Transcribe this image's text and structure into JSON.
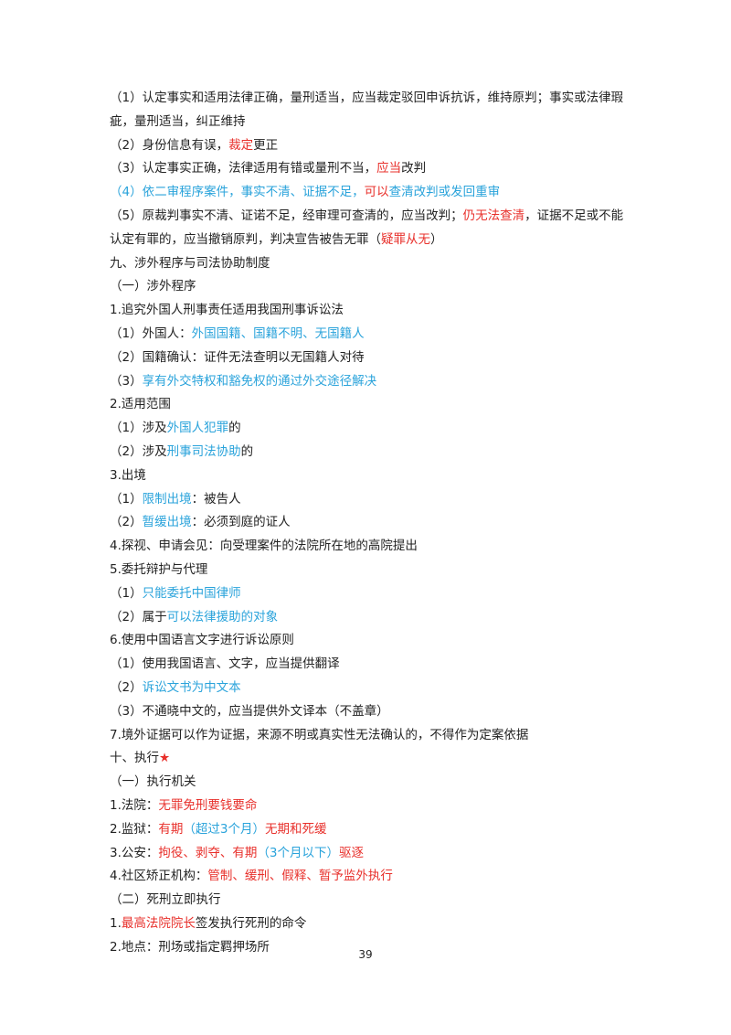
{
  "lines": [
    {
      "segments": [
        {
          "text": "（1）认定事实和适用法律正确，量刑适当，应当裁定驳回申诉抗诉，维持原判；事实或法律瑕疵，量刑适当，纠正维持",
          "color": "default"
        }
      ]
    },
    {
      "segments": [
        {
          "text": "（2）身份信息有误，",
          "color": "default"
        },
        {
          "text": "裁定",
          "color": "red"
        },
        {
          "text": "更正",
          "color": "default"
        }
      ]
    },
    {
      "segments": [
        {
          "text": "（3）认定事实正确，法律适用有错或量刑不当，",
          "color": "default"
        },
        {
          "text": "应当",
          "color": "red"
        },
        {
          "text": "改判",
          "color": "default"
        }
      ]
    },
    {
      "segments": [
        {
          "text": "（4）依二审程序案件，事实不清、证据不足，",
          "color": "blue"
        },
        {
          "text": "可以",
          "color": "red"
        },
        {
          "text": "查清改判或发回重审",
          "color": "blue"
        }
      ]
    },
    {
      "segments": [
        {
          "text": "（5）原裁判事实不清、证诺不足，经审理可查清的，应当改判；",
          "color": "default"
        },
        {
          "text": "仍无法查清",
          "color": "red"
        },
        {
          "text": "，证据不足或不能认定有罪的，应当撤销原判，判决宣告被告无罪（",
          "color": "default"
        },
        {
          "text": "疑罪从无",
          "color": "red"
        },
        {
          "text": "）",
          "color": "default"
        }
      ]
    },
    {
      "segments": [
        {
          "text": "九、涉外程序与司法协助制度",
          "color": "default"
        }
      ]
    },
    {
      "segments": [
        {
          "text": "（一）涉外程序",
          "color": "default"
        }
      ]
    },
    {
      "segments": [
        {
          "text": "1.追究外国人刑事责任适用我国刑事诉讼法",
          "color": "default"
        }
      ]
    },
    {
      "segments": [
        {
          "text": "（1）外国人：",
          "color": "default"
        },
        {
          "text": "外国国籍、国籍不明、无国籍人",
          "color": "blue"
        }
      ]
    },
    {
      "segments": [
        {
          "text": "（2）国籍确认：证件无法查明以无国籍人对待",
          "color": "default"
        }
      ]
    },
    {
      "segments": [
        {
          "text": "（3）",
          "color": "default"
        },
        {
          "text": "享有外交特权和豁免权的通过外交途径解决",
          "color": "blue"
        }
      ]
    },
    {
      "segments": [
        {
          "text": "2.适用范围",
          "color": "default"
        }
      ]
    },
    {
      "segments": [
        {
          "text": "（1）涉及",
          "color": "default"
        },
        {
          "text": "外国人犯罪",
          "color": "blue"
        },
        {
          "text": "的",
          "color": "default"
        }
      ]
    },
    {
      "segments": [
        {
          "text": "（2）涉及",
          "color": "default"
        },
        {
          "text": "刑事司法协助",
          "color": "blue"
        },
        {
          "text": "的",
          "color": "default"
        }
      ]
    },
    {
      "segments": [
        {
          "text": "3.出境",
          "color": "default"
        }
      ]
    },
    {
      "segments": [
        {
          "text": "（1）",
          "color": "default"
        },
        {
          "text": "限制出境",
          "color": "blue"
        },
        {
          "text": "：被告人",
          "color": "default"
        }
      ]
    },
    {
      "segments": [
        {
          "text": "（2）",
          "color": "default"
        },
        {
          "text": "暂缓出境",
          "color": "blue"
        },
        {
          "text": "：必须到庭的证人",
          "color": "default"
        }
      ]
    },
    {
      "segments": [
        {
          "text": "4.探视、申请会见：向受理案件的法院所在地的高院提出",
          "color": "default"
        }
      ]
    },
    {
      "segments": [
        {
          "text": "5.委托辩护与代理",
          "color": "default"
        }
      ]
    },
    {
      "segments": [
        {
          "text": "（1）",
          "color": "default"
        },
        {
          "text": "只能委托中国律师",
          "color": "blue"
        }
      ]
    },
    {
      "segments": [
        {
          "text": "（2）属于",
          "color": "default"
        },
        {
          "text": "可以法律援助的对象",
          "color": "blue"
        }
      ]
    },
    {
      "segments": [
        {
          "text": "6.使用中国语言文字进行诉讼原则",
          "color": "default"
        }
      ]
    },
    {
      "segments": [
        {
          "text": "（1）使用我国语言、文字，应当提供翻译",
          "color": "default"
        }
      ]
    },
    {
      "segments": [
        {
          "text": "（2）",
          "color": "default"
        },
        {
          "text": "诉讼文书为中文本",
          "color": "blue"
        }
      ]
    },
    {
      "segments": [
        {
          "text": "（3）不通晓中文的，应当提供外文译本（不盖章）",
          "color": "default"
        }
      ]
    },
    {
      "segments": [
        {
          "text": "7.境外证据可以作为证据，来源不明或真实性无法确认的，不得作为定案依据",
          "color": "default"
        }
      ]
    },
    {
      "segments": [
        {
          "text": "十、执行",
          "color": "default"
        },
        {
          "text": "★",
          "color": "red"
        }
      ]
    },
    {
      "segments": [
        {
          "text": "（一）执行机关",
          "color": "default"
        }
      ]
    },
    {
      "segments": [
        {
          "text": "1.法院：",
          "color": "default"
        },
        {
          "text": "无罪免刑要钱要命",
          "color": "red"
        }
      ]
    },
    {
      "segments": [
        {
          "text": "2.监狱：",
          "color": "default"
        },
        {
          "text": "有期",
          "color": "red"
        },
        {
          "text": "（",
          "color": "blue"
        },
        {
          "text": "超过3个月",
          "color": "blue"
        },
        {
          "text": "）",
          "color": "blue"
        },
        {
          "text": "无期和死缓",
          "color": "red"
        }
      ]
    },
    {
      "segments": [
        {
          "text": "3.公安：",
          "color": "default"
        },
        {
          "text": "拘役、剥夺、有期",
          "color": "red"
        },
        {
          "text": "（",
          "color": "blue"
        },
        {
          "text": "3个月以下",
          "color": "blue"
        },
        {
          "text": "）",
          "color": "blue"
        },
        {
          "text": "驱逐",
          "color": "red"
        }
      ]
    },
    {
      "segments": [
        {
          "text": "4.社区矫正机构：",
          "color": "default"
        },
        {
          "text": "管制、缓刑、假释、暂予监外执行",
          "color": "red"
        }
      ]
    },
    {
      "segments": [
        {
          "text": "（二）死刑立即执行",
          "color": "default"
        }
      ]
    },
    {
      "segments": [
        {
          "text": "1.",
          "color": "default"
        },
        {
          "text": "最高法院院长",
          "color": "red"
        },
        {
          "text": "签发执行死刑的命令",
          "color": "default"
        }
      ]
    },
    {
      "segments": [
        {
          "text": "2.地点：刑场或指定羁押场所",
          "color": "default"
        }
      ]
    }
  ],
  "page_number": "39",
  "colors": {
    "red": "#e8302b",
    "blue": "#2aa3db",
    "default": "#222222"
  }
}
